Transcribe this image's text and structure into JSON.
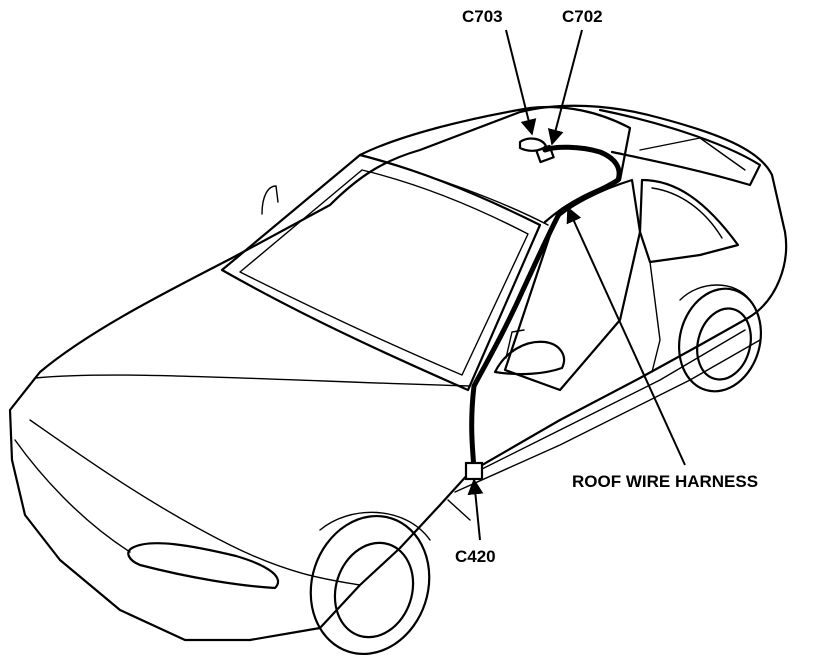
{
  "labels": {
    "c703": "C703",
    "c702": "C702",
    "c420": "C420",
    "roof_harness": "ROOF WIRE HARNESS"
  },
  "colors": {
    "ink": "#000000",
    "paper": "#ffffff"
  }
}
